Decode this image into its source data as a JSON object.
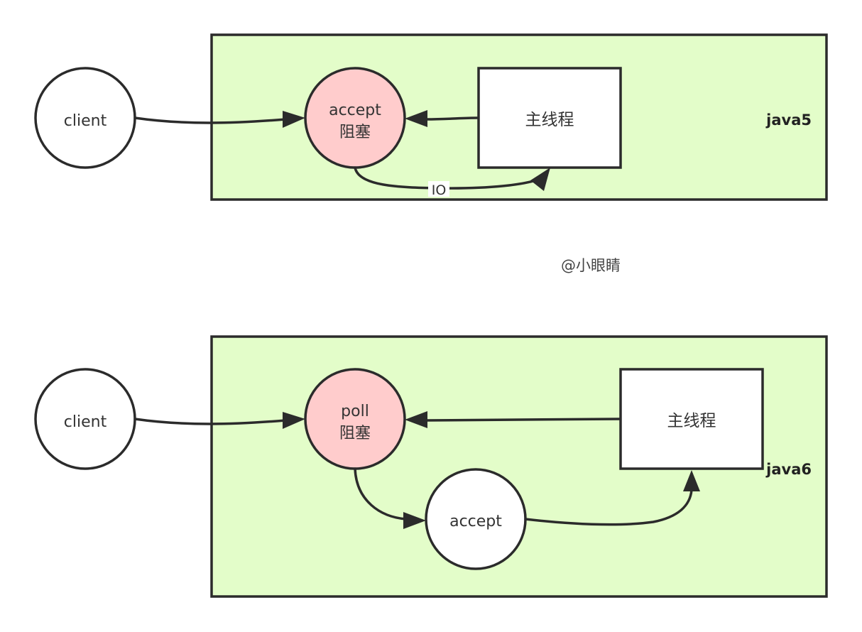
{
  "colors": {
    "frame_fill": "#e3fdc9",
    "blocking_node_fill": "#ffcccc",
    "node_fill": "#ffffff",
    "stroke": "#2b2b2b"
  },
  "watermark": "@小眼睛",
  "java5": {
    "version_label": "java5",
    "client_label": "client",
    "blocking_node": {
      "line1": "accept",
      "line2": "阻塞"
    },
    "main_thread_label": "主线程",
    "io_label": "IO"
  },
  "java6": {
    "version_label": "java6",
    "client_label": "client",
    "blocking_node": {
      "line1": "poll",
      "line2": "阻塞"
    },
    "main_thread_label": "主线程",
    "accept_label": "accept"
  }
}
